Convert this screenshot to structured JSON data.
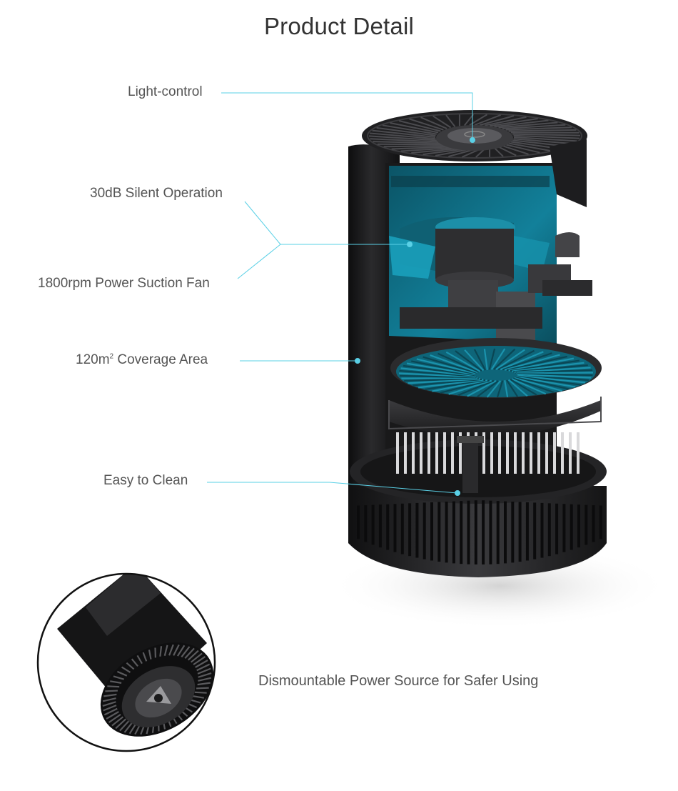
{
  "page": {
    "title": "Product Detail"
  },
  "callouts": [
    {
      "id": "light-control",
      "label": "Light-control"
    },
    {
      "id": "silent-operation",
      "label": "30dB Silent Operation"
    },
    {
      "id": "suction-fan",
      "label": "1800rpm Power Suction Fan"
    },
    {
      "id": "coverage-area",
      "label_main": "120m",
      "label_sup": "2",
      "label_rest": " Coverage Area"
    },
    {
      "id": "easy-to-clean",
      "label": "Easy to Clean"
    }
  ],
  "caption": "Dismountable Power Source for Safer Using",
  "colors": {
    "accent": "#5ad0e6",
    "teal_interior": "#0e6e82",
    "device_black": "#1c1c1e",
    "text": "#555555",
    "title": "#333333"
  }
}
